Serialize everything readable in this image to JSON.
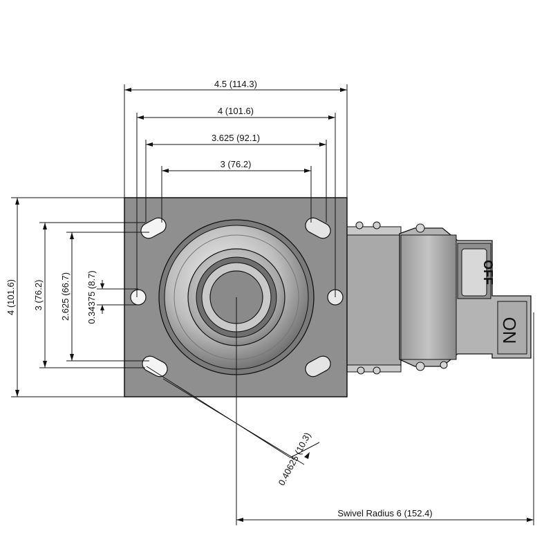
{
  "drawing": {
    "dimensions": {
      "overall_width": "4.5 (114.3)",
      "bolt_width_outer": "4 (101.6)",
      "slot_width": "3.625 (92.1)",
      "bolt_width_inner": "3 (76.2)",
      "overall_height": "4 (101.6)",
      "bolt_height_outer": "3 (76.2)",
      "bolt_height_inner": "2.625 (66.7)",
      "slot_offset": "0.34375 (8.7)",
      "hole_diameter": "0.40625 (10.3)",
      "swivel_radius": "Swivel Radius 6 (152.4)"
    },
    "brake_labels": {
      "off": "OFF",
      "on": "ON"
    },
    "colors": {
      "plate": "#8f8f8f",
      "line": "#111111",
      "wheel_light": "#d9d9d9",
      "wheel_dark": "#5a5a5a"
    }
  }
}
